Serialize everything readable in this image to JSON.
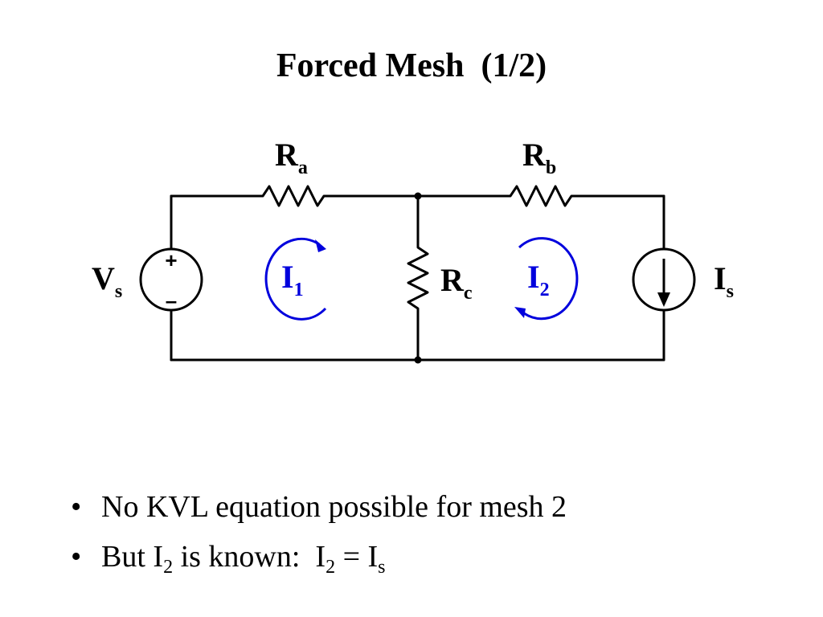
{
  "title": "Forced Mesh  (1/2)",
  "colors": {
    "mesh_arrow": "#0000dd",
    "wire": "#000000"
  },
  "circuit": {
    "Ra": {
      "main": "R",
      "sub": "a"
    },
    "Rb": {
      "main": "R",
      "sub": "b"
    },
    "Rc": {
      "main": "R",
      "sub": "c"
    },
    "Vs": {
      "main": "V",
      "sub": "s",
      "plus": "+",
      "minus": "–"
    },
    "Is": {
      "main": "I",
      "sub": "s"
    },
    "I1": {
      "main": "I",
      "sub": "1"
    },
    "I2": {
      "main": "I",
      "sub": "2"
    }
  },
  "bullets": {
    "b1": {
      "bullet": "•",
      "text": "No KVL equation possible for mesh 2"
    },
    "b2": {
      "bullet": "•",
      "p1": "But I",
      "s1": "2",
      "p2": " is known:  I",
      "s2": "2",
      "p3": " = I",
      "s3": "s"
    }
  }
}
